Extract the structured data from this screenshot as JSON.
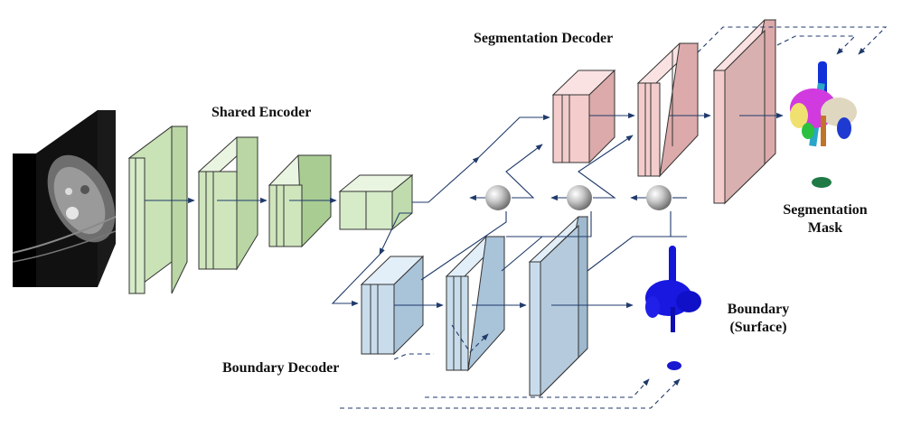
{
  "labels": {
    "shared_encoder": "Shared Encoder",
    "segmentation_decoder": "Segmentation Decoder",
    "boundary_decoder": "Boundary Decoder",
    "segmentation_mask_line1": "Segmentation",
    "segmentation_mask_line2": "Mask",
    "boundary_line1": "Boundary",
    "boundary_line2": "(Surface)"
  },
  "colors": {
    "encoder": "#d6ebc8",
    "segmentation": "#f4cccc",
    "boundary": "#c9dceb",
    "arrow": "#1f3a6b"
  }
}
